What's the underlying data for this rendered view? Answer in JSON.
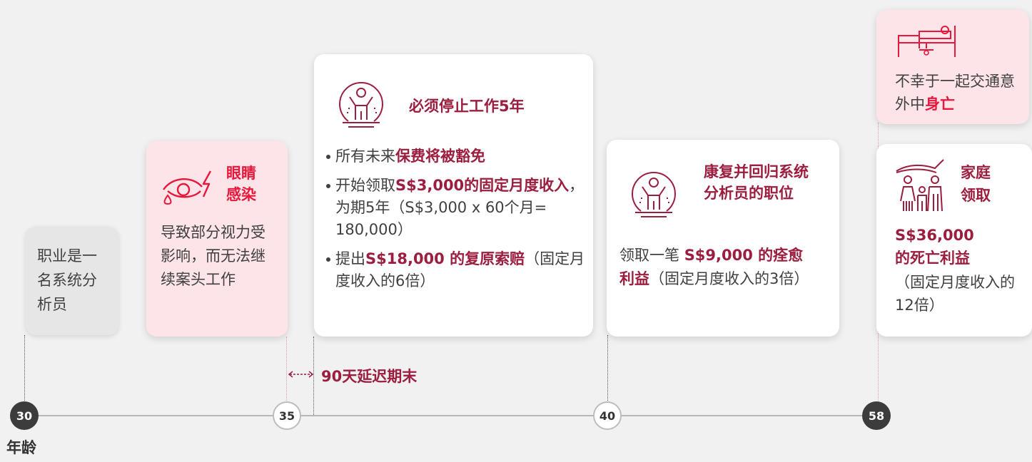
{
  "axis_label": "年龄",
  "ages": [
    "30",
    "35",
    "40",
    "58"
  ],
  "delay_label": "90天延迟期末",
  "card_occupation": {
    "text": "职业是一名系统分析员"
  },
  "card_eye": {
    "title_1": "眼睛",
    "title_2": "感染",
    "body": "导致部分视力受影响，而无法继续案头工作"
  },
  "card_stop": {
    "title": "必须停止工作5年",
    "bullet1_a": "所有未来",
    "bullet1_b": "保费将被豁免",
    "bullet2_a": "开始领取",
    "bullet2_b": "S$3,000的固定月度收入",
    "bullet2_c": "，为期5年（S$3,000 x 60个月= 180,000）",
    "bullet3_a": "提出",
    "bullet3_b": "S$18,000 的复原索赔",
    "bullet3_c": "（固定月度收入的6倍）"
  },
  "card_recover": {
    "title": "康复并回归系统分析员的职位",
    "body_a": "领取一笔 ",
    "body_b": "S$9,000 的痊愈利益",
    "body_c": "（固定月度收入的3倍）"
  },
  "card_death": {
    "text_a": "不幸于一起交通意外中",
    "text_b": "身亡"
  },
  "card_family": {
    "title": "家庭领取",
    "body_a": "S$36,000的死亡利益",
    "body_b": "（固定月度收入的12倍）"
  },
  "colors": {
    "accent_red": "#e8183d",
    "accent_dark": "#9c1e3f",
    "pink_card": "#fde4e8",
    "grey_card": "#e6e6e6",
    "marker_dark": "#3c3c3c"
  }
}
